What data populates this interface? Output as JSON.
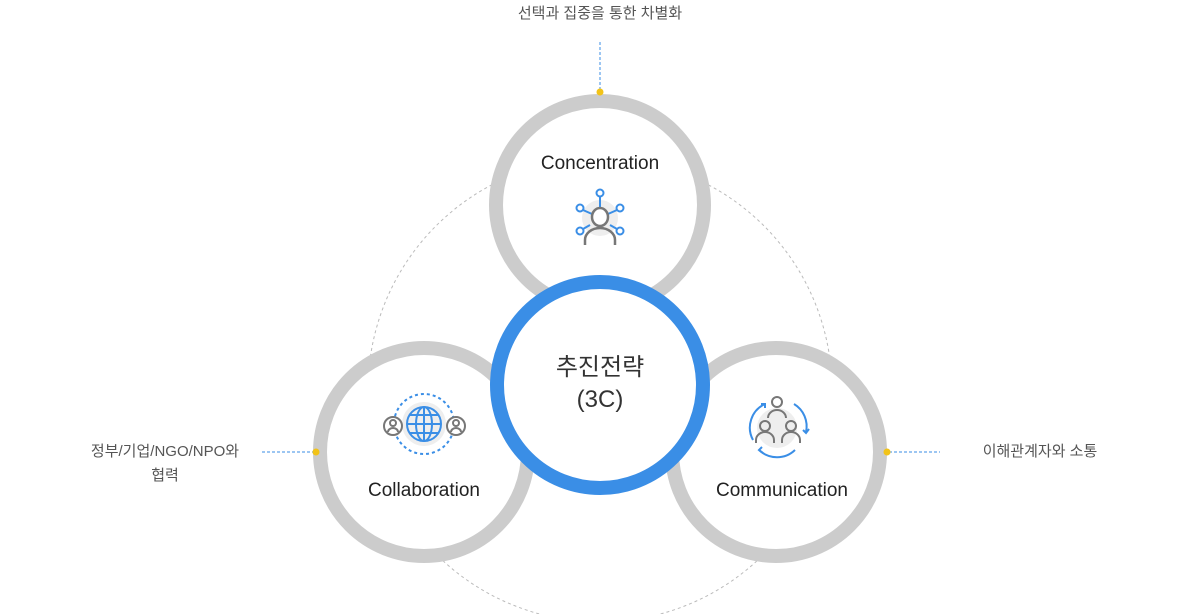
{
  "center": {
    "line1": "추진전략",
    "line2": "(3C)"
  },
  "nodes": [
    {
      "label": "Concentration",
      "note": "선택과 집중을 통한 차별화"
    },
    {
      "label": "Collaboration",
      "note_line1": "정부/기업/NGO/NPO와",
      "note_line2": "협력"
    },
    {
      "label": "Communication",
      "note": "이해관계자와 소통"
    }
  ],
  "colors": {
    "accent": "#3a8ee6",
    "ring": "#cccccc",
    "dot": "#f2c318"
  }
}
